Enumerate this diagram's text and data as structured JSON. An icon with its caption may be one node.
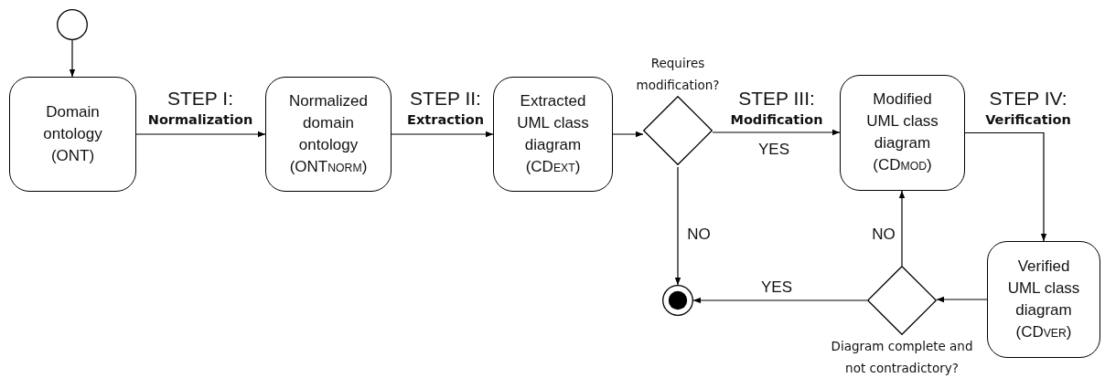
{
  "diagram": {
    "nodes": [
      {
        "text": [],
        "shape": "circle"
      },
      {
        "text": [
          "Domain ontology (ONT)"
        ]
      },
      {
        "text": [
          "Normalized domain ontology (ONT$_{NORM}$)"
        ]
      },
      {
        "text": [
          "Extracted UML class diagram (CD$_{EXT}$)"
        ]
      },
      {
        "text": [
          "Requires modification?"
        ]
      },
      {
        "text": [
          "Modified UML class diagram (CD$_{MOD}$)"
        ]
      },
      {
        "text": [
          "Verified UML class diagram (CD$_{VER}$)"
        ]
      },
      {
        "text": [
          "Diagram complete and not contradictory?"
        ]
      },
      {
        "text": [],
        "shape": "circle"
      }
    ],
    "edges": [
      {
        "from": 0,
        "to": 1,
        "arrow": "to"
      },
      {
        "from": 1,
        "to": 2,
        "arrow": "to",
        "label": "STEP I: **Normalization**"
      },
      {
        "from": 2,
        "to": 3,
        "arrow": "to",
        "label": "STEP II: **Extraction**"
      },
      {
        "from": 3,
        "to": 4,
        "arrow": "to"
      },
      {
        "from": 4,
        "to": 5,
        "arrow": "to",
        "label": "STEP III: **Modification**"
      },
      {
        "from": 4,
        "to": 8,
        "arrow": "to",
        "label": "NO"
      },
      {
        "from": 5,
        "to": 6,
        "arrow": "to",
        "label": "STEP IV: **Verification**"
      },
      {
        "from": 6,
        "to": 7,
        "arrow": "to"
      },
      {
        "from": 7,
        "to": 5,
        "arrow": "to",
        "label": "NO"
      },
      {
        "from": 7,
        "to": 8,
        "arrow": "to",
        "label": "YES"
      }
    ],
    "labels": [
      "YES"
    ]
  }
}
